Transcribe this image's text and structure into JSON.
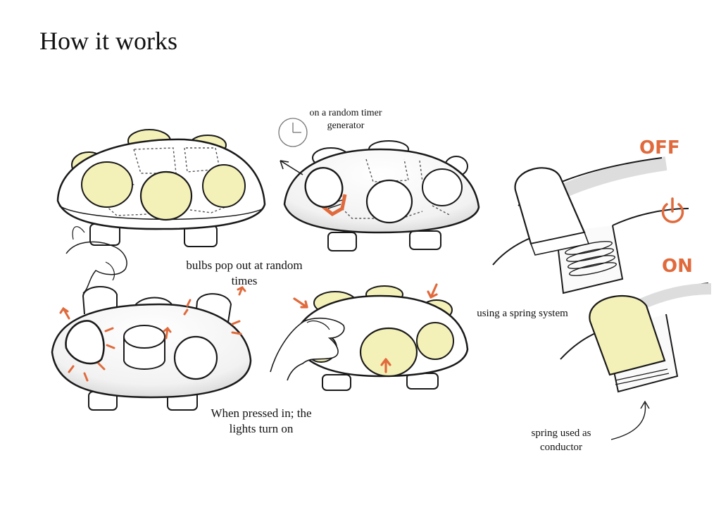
{
  "title": "How it works",
  "labels": {
    "timer": "on a random timer generator",
    "pop": "bulbs pop out at random times",
    "pressed": "When pressed in; the lights turn on",
    "spring": "using a spring system",
    "conductor": "spring used as conductor",
    "off": "OFF",
    "on": "ON"
  },
  "icons": [
    "clock-icon",
    "power-icon"
  ],
  "colors": {
    "bulb": "#f4f1b8",
    "accent": "#e06a3c",
    "ink": "#1a1a1a",
    "shadow": "#d8d8d8"
  }
}
